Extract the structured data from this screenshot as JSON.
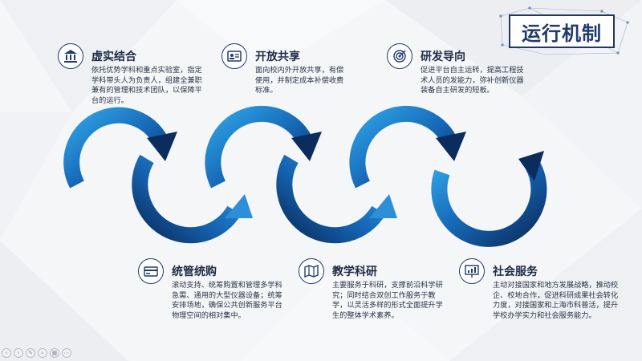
{
  "title": "运行机制",
  "items": [
    {
      "heading": "虚实结合",
      "desc": "依托优势学科和重点实验室，指定学科带头人为负责人，组建全兼职兼有的管理和技术团队，以保障平台的运行。",
      "icon": "bank-icon"
    },
    {
      "heading": "开放共享",
      "desc": "面向校内外开放共享，有偿使用，并制定成本补偿收费标准。",
      "icon": "id-card-icon"
    },
    {
      "heading": "研发导向",
      "desc": "促进平台自主运转，提高工程技术人员的发能力，弥补创新仪器装备自主研发的短板。",
      "icon": "target-icon"
    },
    {
      "heading": "统管统购",
      "desc": "滚动支持、统筹购置和管理多学科急需、通用的大型仪器设备；统筹安排场地，确保公共创新服务平台物理空间的相对集中。",
      "icon": "credit-card-icon"
    },
    {
      "heading": "教学科研",
      "desc": "主要服务于科研，支撑前沿科学研究；同时结合双创工作服务于教学，以灵活多样的形式全面提升学生的整体学术素养。",
      "icon": "map-icon"
    },
    {
      "heading": "社会服务",
      "desc": "主动对接国家和地方发展战略，推动校企、校地合作，促进科研成果社会转化力度，对接国家和上海市科普活，提升学校办学实力和社会服务能力。",
      "icon": "presentation-icon"
    }
  ],
  "colors": {
    "dark": "#0c2f63",
    "mid": "#1565b3",
    "light": "#2d9be0"
  }
}
